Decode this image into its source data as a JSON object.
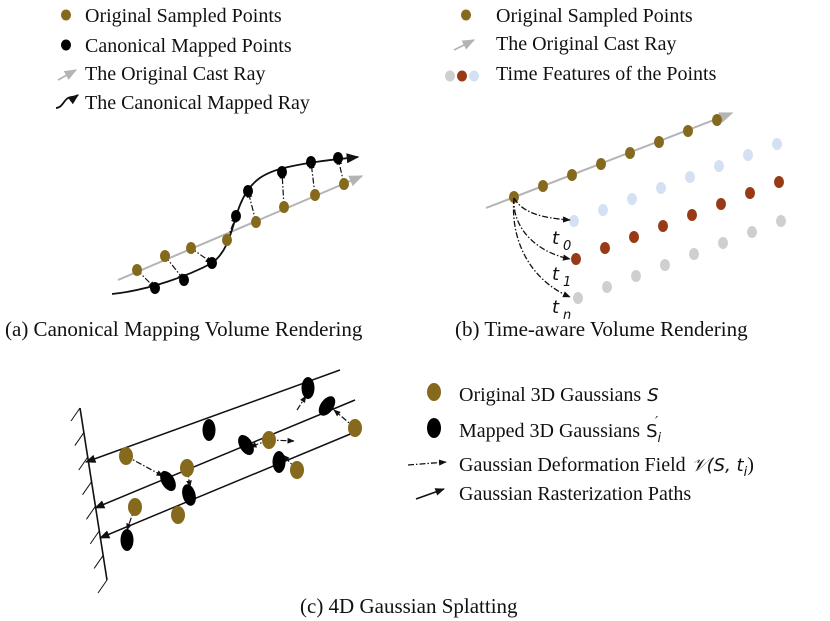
{
  "colors": {
    "original": "#85691c",
    "mapped": "#000000",
    "ray": "#b4b4b4",
    "time_blue": "#d4e1f2",
    "time_brown": "#983a16",
    "time_gray": "#cfcfcf"
  },
  "panel_a": {
    "legend": [
      {
        "text": "Original Sampled Points",
        "icon": "olive-dot-icon"
      },
      {
        "text": "Canonical Mapped Points",
        "icon": "black-dot-icon"
      },
      {
        "text": "The Original Cast Ray",
        "icon": "gray-arrow-icon"
      },
      {
        "text": "The Canonical Mapped Ray",
        "icon": "curve-arrow-icon"
      }
    ],
    "caption": "(a) Canonical Mapping Volume Rendering"
  },
  "panel_b": {
    "legend": [
      {
        "text": "Original Sampled Points",
        "icon": "olive-dot-icon"
      },
      {
        "text": "The Original Cast Ray",
        "icon": "gray-arrow-icon"
      },
      {
        "text": "Time Features of the Points",
        "icon": "time-feature-dots-icon"
      }
    ],
    "time_labels": [
      {
        "base": "t",
        "sub": "0"
      },
      {
        "base": "t",
        "sub": "1"
      },
      {
        "base": "t",
        "sub": "n"
      }
    ],
    "caption": "(b) Time-aware Volume Rendering"
  },
  "panel_c": {
    "legend": [
      {
        "text": "Original 3D Gaussians",
        "math": "S",
        "icon": "olive-ellipse-icon"
      },
      {
        "text": "Mapped 3D Gaussians",
        "math": "S",
        "sub": "i",
        "sup": "′",
        "icon": "black-ellipse-icon"
      },
      {
        "text": "Gaussian Deformation Field",
        "math": "𝒱(S, t",
        "sub": "i",
        "close": ")",
        "icon": "dashdot-arrow-icon"
      },
      {
        "text": "Gaussian Rasterization Paths",
        "icon": "black-arrow-icon"
      }
    ],
    "caption": "(c) 4D Gaussian Splatting"
  }
}
